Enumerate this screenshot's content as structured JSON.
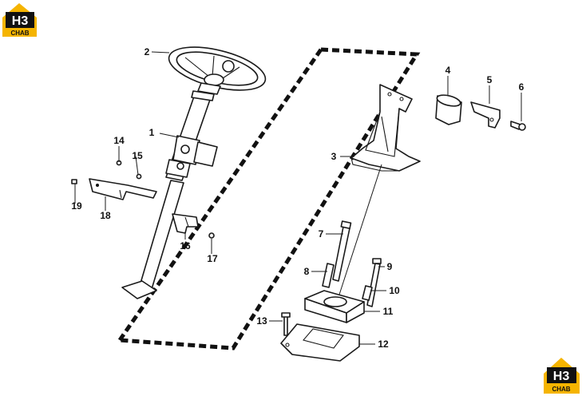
{
  "brand": {
    "logo_top": "H3",
    "logo_bottom": "CHAB",
    "color_yellow": "#f5b400",
    "color_dark": "#111111"
  },
  "parts": [
    {
      "label": "1"
    },
    {
      "label": "2"
    },
    {
      "label": "3"
    },
    {
      "label": "4"
    },
    {
      "label": "5"
    },
    {
      "label": "6"
    },
    {
      "label": "7"
    },
    {
      "label": "8"
    },
    {
      "label": "9"
    },
    {
      "label": "10"
    },
    {
      "label": "11"
    },
    {
      "label": "12"
    },
    {
      "label": "13"
    },
    {
      "label": "14"
    },
    {
      "label": "15"
    },
    {
      "label": "16"
    },
    {
      "label": "17"
    },
    {
      "label": "18"
    },
    {
      "label": "19"
    }
  ]
}
